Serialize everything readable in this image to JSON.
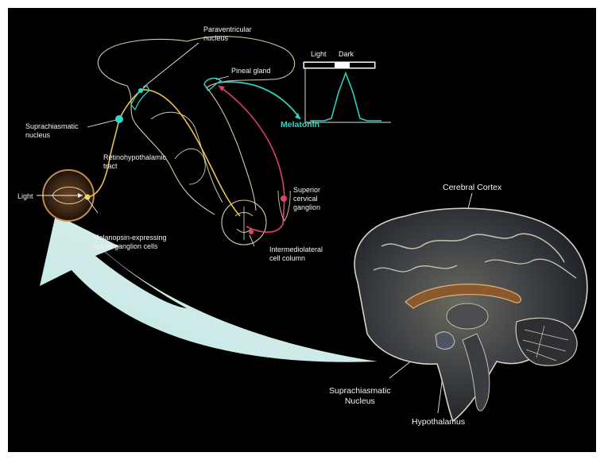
{
  "labels": {
    "paraventricular": "Paraventricular\nnucleus",
    "pineal": "Pineal gland",
    "suprachiasmatic": "Suprachiasmatic\nnucleus",
    "retino": "Retinohypothalamic\ntract",
    "light": "Light",
    "melanopsin": "Melanopsin-expressing\nretinal ganglion cells",
    "superior": "Superior\ncervical\nganglion",
    "intermedio": "Intermediolateral\ncell column",
    "melatonin": "Melatonin",
    "chart_light": "Light",
    "chart_dark": "Dark",
    "cortex": "Cerebral Cortex",
    "scn_brain": "Suprachiasmatic\nNucleus",
    "hypothalamus": "Hypothalamus"
  },
  "colors": {
    "background": "#000000",
    "retino_tract": "#e8c34a",
    "melatonin_path": "#2fd0bc",
    "sympathetic_path": "#e0406a",
    "outline": "#d8c9a8",
    "arrow_fill": "#d9f6f3"
  },
  "chart_data": {
    "type": "line",
    "x": [
      0,
      1,
      2,
      3,
      4,
      5,
      6,
      7,
      8,
      9,
      10
    ],
    "values": [
      0,
      0,
      0,
      0.05,
      0.6,
      1.0,
      0.6,
      0.05,
      0,
      0,
      0
    ],
    "bar_segments": [
      "Light",
      "Dark"
    ]
  }
}
